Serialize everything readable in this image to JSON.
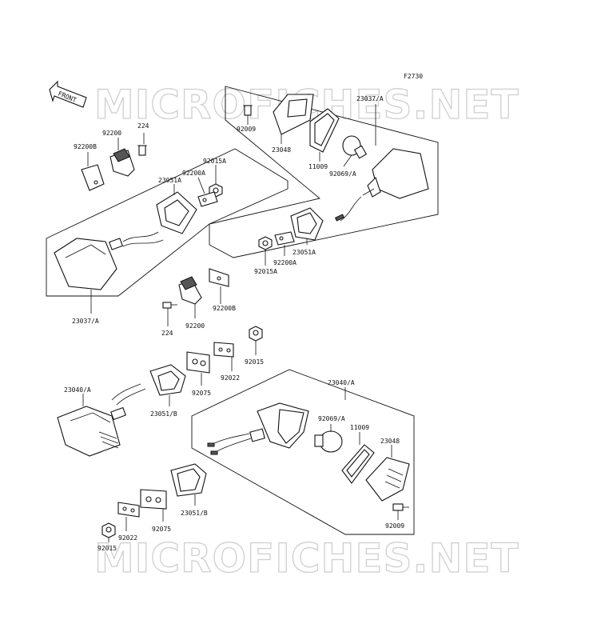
{
  "figure_code": "F2730",
  "front_label": "FRONT",
  "watermarks": [
    "MICROFICHES.NET",
    "MICROFICHES.NET"
  ],
  "parts": {
    "top_right": {
      "lens_assembly": "23037/A",
      "screw": "92009",
      "lens": "23048",
      "gasket": "11009",
      "bulb": "92069/A",
      "holder": "23051A",
      "nut": "92015A",
      "plate": "92200A"
    },
    "top_left": {
      "assembly": "23037/A",
      "holder": "23051A",
      "nut": "92015A",
      "plate": "92200A",
      "plate_b": "92200B",
      "bracket": "92200",
      "screw": "224"
    },
    "middle": {
      "bracket": "92200",
      "plate_b": "92200B",
      "screw": "224",
      "nut": "92015",
      "washer": "92022",
      "cushion": "92075",
      "holder": "23051/B"
    },
    "bottom_left": {
      "assembly": "23040/A",
      "holder": "23051/B",
      "cushion": "92075",
      "washer": "92022",
      "nut": "92015"
    },
    "bottom_right": {
      "assembly": "23040/A",
      "bulb": "92069/A",
      "gasket": "11009",
      "lens": "23048",
      "screw": "92009"
    }
  }
}
